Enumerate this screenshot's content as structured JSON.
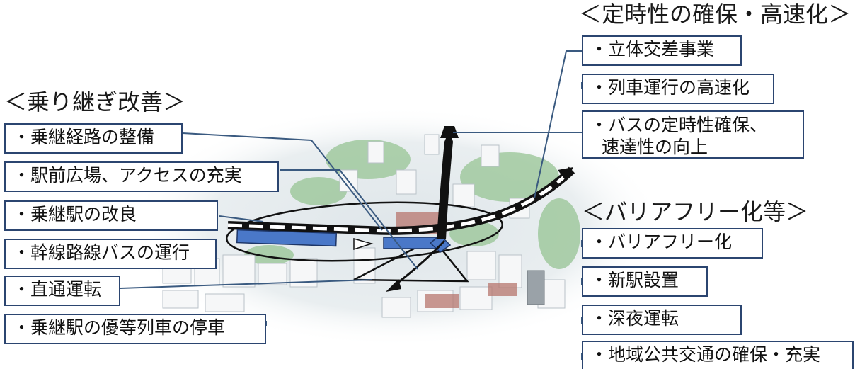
{
  "headings": {
    "transfer": "＜乗り継ぎ改善＞",
    "punctuality": "＜定時性の確保・高速化＞",
    "barrierfree": "＜バリアフリー化等＞"
  },
  "transfer_items": [
    "・乗継経路の整備",
    "・駅前広場、アクセスの充実",
    "・乗継駅の改良",
    "・幹線路線バスの運行",
    "・直通運転",
    "・乗継駅の優等列車の停車"
  ],
  "punctuality_items": [
    "・立体交差事業",
    "・列車運行の高速化",
    "・バスの定時性確保、",
    "速達性の向上"
  ],
  "barrierfree_items": [
    "・バリアフリー化",
    "・新駅設置",
    "・深夜運転",
    "・地域公共交通の確保・充実"
  ],
  "colors": {
    "box_border": "#2b4570",
    "connector": "#3a5a80",
    "train_bar": "#4a78c8",
    "arrow": "#111111",
    "ground": "#e6ebee",
    "greenery": "#9cc79a"
  }
}
